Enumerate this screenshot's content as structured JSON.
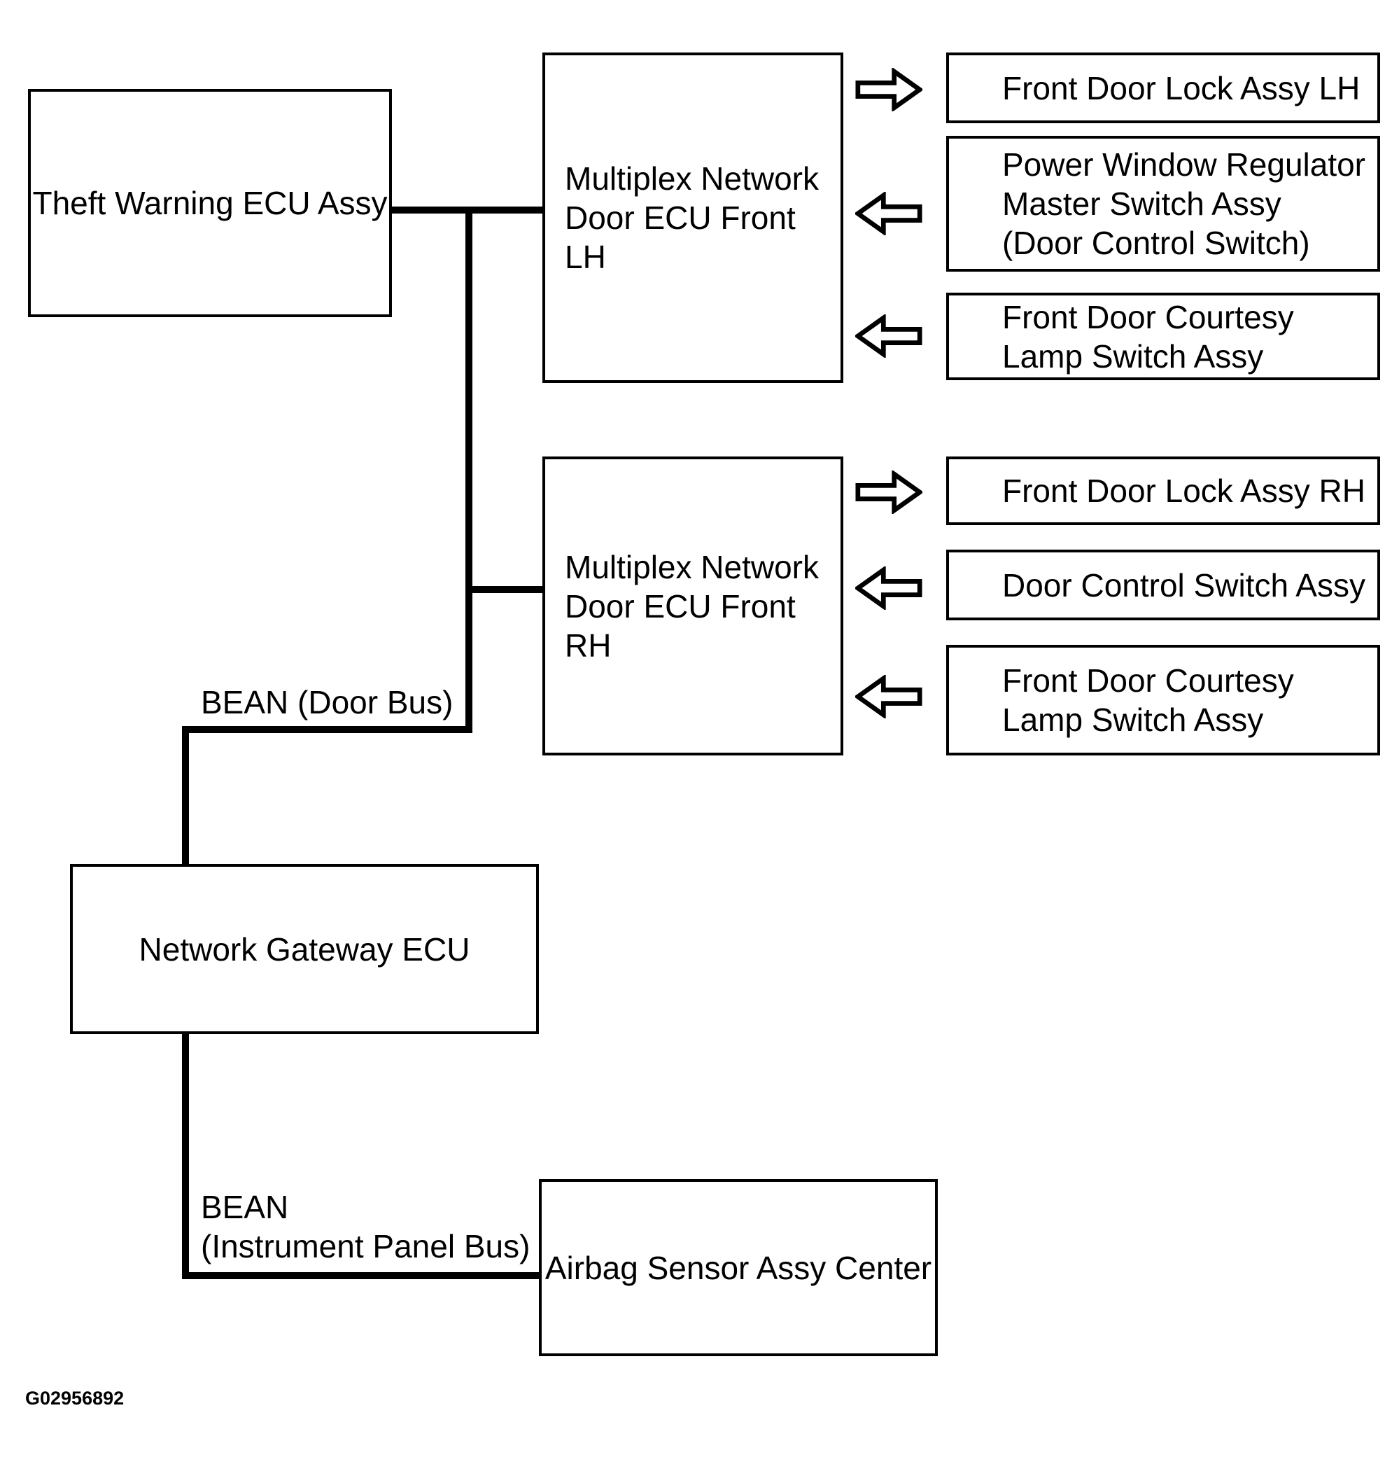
{
  "diagram": {
    "figure_id": "G02956892",
    "nodes": {
      "theft_warning": {
        "label": "Theft Warning ECU Assy"
      },
      "multiplex_lh": {
        "line1": "Multiplex Network",
        "line2": "Door ECU Front LH"
      },
      "lock_lh": {
        "label": "Front Door Lock Assy LH"
      },
      "power_window": {
        "line1": "Power Window Regulator",
        "line2": "Master Switch Assy",
        "line3": "(Door Control Switch)"
      },
      "courtesy_lh": {
        "line1": "Front Door Courtesy",
        "line2": "Lamp Switch Assy"
      },
      "multiplex_rh": {
        "line1": "Multiplex Network",
        "line2": "Door ECU Front RH"
      },
      "lock_rh": {
        "label": "Front Door Lock Assy RH"
      },
      "door_control": {
        "label": "Door Control Switch Assy"
      },
      "courtesy_rh": {
        "line1": "Front Door Courtesy",
        "line2": "Lamp Switch Assy"
      },
      "gateway": {
        "label": "Network Gateway ECU"
      },
      "airbag": {
        "label": "Airbag Sensor Assy Center"
      }
    },
    "bus_labels": {
      "door_bus": "BEAN (Door Bus)",
      "instrument_bus_line1": "BEAN",
      "instrument_bus_line2": "(Instrument Panel Bus)"
    },
    "arrows": [
      {
        "direction": "right",
        "from": "Multiplex Network Door ECU Front LH",
        "to": "Front Door Lock Assy LH"
      },
      {
        "direction": "left",
        "from": "Power Window Regulator Master Switch Assy (Door Control Switch)",
        "to": "Multiplex Network Door ECU Front LH"
      },
      {
        "direction": "left",
        "from": "Front Door Courtesy Lamp Switch Assy",
        "to": "Multiplex Network Door ECU Front LH"
      },
      {
        "direction": "right",
        "from": "Multiplex Network Door ECU Front RH",
        "to": "Front Door Lock Assy RH"
      },
      {
        "direction": "left",
        "from": "Door Control Switch Assy",
        "to": "Multiplex Network Door ECU Front RH"
      },
      {
        "direction": "left",
        "from": "Front Door Courtesy Lamp Switch Assy",
        "to": "Multiplex Network Door ECU Front RH"
      }
    ],
    "colors": {
      "line": "#000000",
      "background": "#ffffff",
      "text": "#000000"
    }
  }
}
